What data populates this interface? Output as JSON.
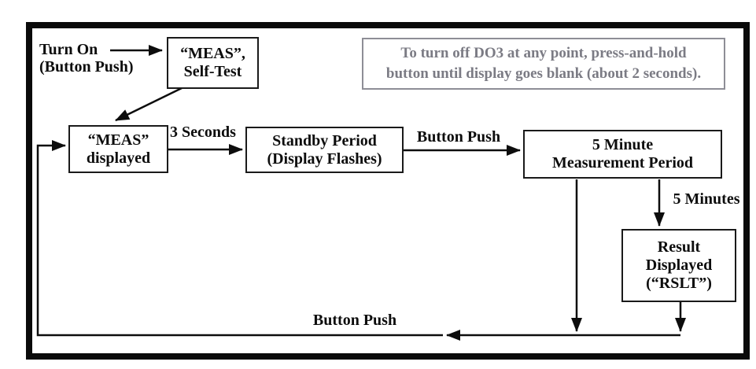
{
  "diagram": {
    "note": {
      "line1": "To turn off DO3 at any point, press-and-hold",
      "line2": "button until display goes blank (about 2 seconds)."
    },
    "start_label": {
      "line1": "Turn On",
      "line2": "(Button Push)"
    },
    "nodes": {
      "meas_self_test": {
        "line1": "“MEAS”,",
        "line2": "Self-Test"
      },
      "meas_displayed": {
        "line1": "“MEAS”",
        "line2": "displayed"
      },
      "standby_period": {
        "line1": "Standby Period",
        "line2": "(Display Flashes)"
      },
      "measurement_period": {
        "line1": "5 Minute",
        "line2": "Measurement Period"
      },
      "result_displayed": {
        "line1": "Result",
        "line2": "Displayed",
        "line3": "(“RSLT”)"
      }
    },
    "edge_labels": {
      "to_standby": "3 Seconds",
      "to_measurement": "Button Push",
      "to_result": "5 Minutes",
      "return_to_start": "Button Push"
    },
    "colors": {
      "line": "#000000",
      "note_text": "#7b7b84",
      "note_border": "#8e8e96",
      "background": "#ffffff"
    }
  }
}
